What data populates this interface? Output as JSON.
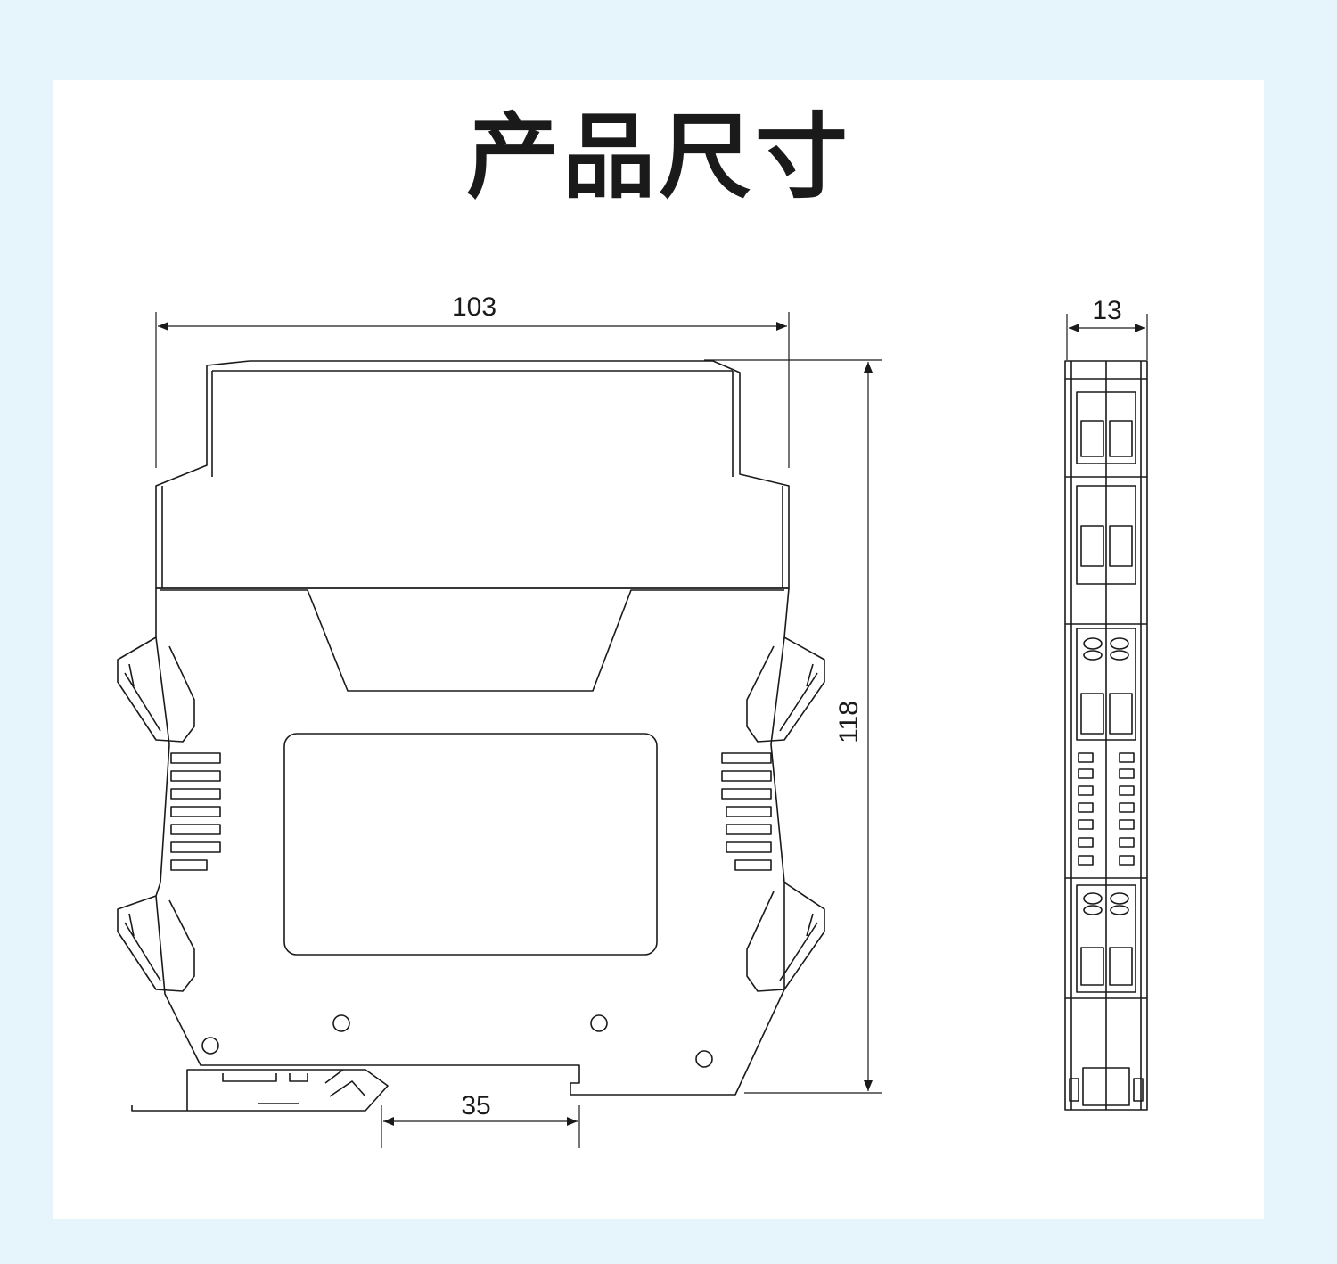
{
  "title": "产品尺寸",
  "dimensions": {
    "front_width": "103",
    "height": "118",
    "rail_width": "35",
    "side_width": "13"
  },
  "colors": {
    "background": "#e6f4fc",
    "card": "#ffffff",
    "line": "#1a1a1a"
  }
}
